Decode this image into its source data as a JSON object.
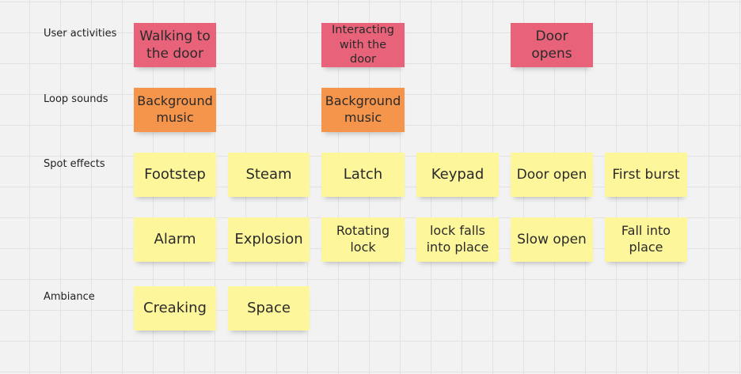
{
  "row_labels": {
    "user_activities": "User activities",
    "loop_sounds": "Loop sounds",
    "spot_effects": "Spot effects",
    "ambiance": "Ambiance"
  },
  "colors": {
    "user_activity_note": "#e8637a",
    "loop_sound_note": "#f5944b",
    "effect_note": "#fdf69b",
    "canvas": "#f2f2f2"
  },
  "user_activities": [
    "Walking to the door",
    "Interacting with the door",
    "Door opens"
  ],
  "loop_sounds": [
    "Background music",
    "Background music"
  ],
  "spot_effects_row1": [
    "Footstep",
    "Steam",
    "Latch",
    "Keypad",
    "Door open",
    "First burst"
  ],
  "spot_effects_row2": [
    "Alarm",
    "Explosion",
    "Rotating lock",
    "lock falls into place",
    "Slow open",
    "Fall into place"
  ],
  "ambiance": [
    "Creaking",
    "Space"
  ]
}
